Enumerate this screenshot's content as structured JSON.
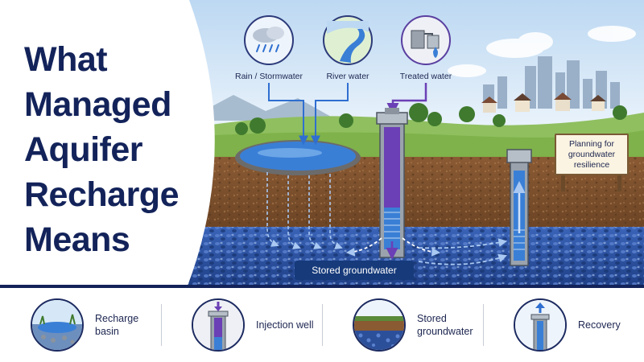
{
  "title_lines": [
    "What",
    "Managed",
    "Aquifer",
    "Recharge",
    "Means"
  ],
  "sources": [
    {
      "label": "Rain / Stormwater",
      "icon": "rain-cloud-icon"
    },
    {
      "label": "River water",
      "icon": "river-icon"
    },
    {
      "label": "Treated water",
      "icon": "treatment-tank-icon"
    }
  ],
  "sign_text": "Planning for groundwater resilience",
  "stored_label": "Stored groundwater",
  "legend": [
    {
      "label": "Recharge basin",
      "icon": "recharge-basin-icon"
    },
    {
      "label": "Injection well",
      "icon": "injection-well-icon"
    },
    {
      "label": "Stored groundwater",
      "icon": "stored-groundwater-icon"
    },
    {
      "label": "Recovery",
      "icon": "recovery-well-icon"
    }
  ],
  "colors": {
    "title": "#13235a",
    "accent_blue": "#2f6fd0",
    "injection_purple": "#6b3fb6",
    "soil": "#7a4d2b",
    "aquifer": "#2c4f9a"
  }
}
